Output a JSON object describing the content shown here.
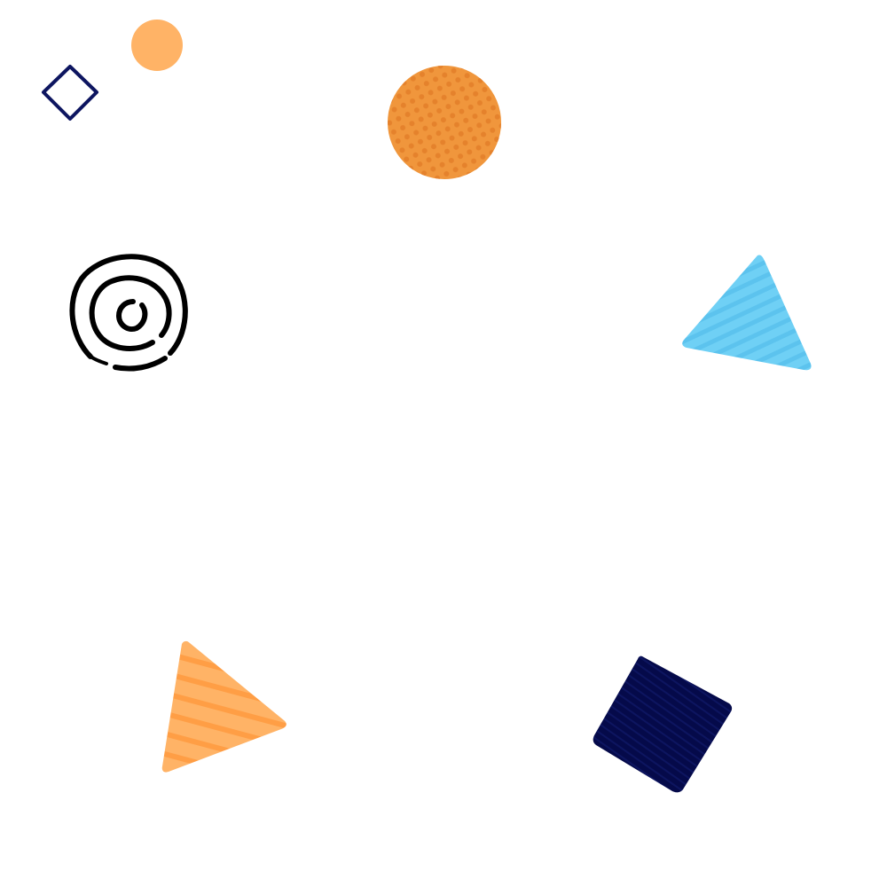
{
  "canvas": {
    "background": "#ffffff"
  },
  "shapes": [
    {
      "name": "small-peach-circle",
      "kind": "circle",
      "fill": "#ffb366",
      "texture": "solid"
    },
    {
      "name": "navy-outline-diamond",
      "kind": "diamond",
      "stroke": "#0d1560",
      "fill": "none",
      "texture": "outline"
    },
    {
      "name": "orange-dotted-circle",
      "kind": "circle",
      "fill": "#f0963c",
      "pattern_color": "#e5822c",
      "texture": "dotted"
    },
    {
      "name": "black-concentric-rings",
      "kind": "rings",
      "stroke": "#000000",
      "ring_count": 3,
      "texture": "hand-drawn"
    },
    {
      "name": "light-blue-striped-triangle",
      "kind": "triangle",
      "fill": "#6fd0f5",
      "pattern_color": "#5cc3ee",
      "texture": "diagonal-stripes"
    },
    {
      "name": "peach-striped-triangle",
      "kind": "triangle",
      "fill": "#ffb366",
      "pattern_color": "#ff9e45",
      "texture": "diagonal-stripes"
    },
    {
      "name": "navy-filled-square",
      "kind": "square",
      "fill": "#050a4a",
      "pattern_color": "#0d1560",
      "texture": "hatched"
    }
  ]
}
